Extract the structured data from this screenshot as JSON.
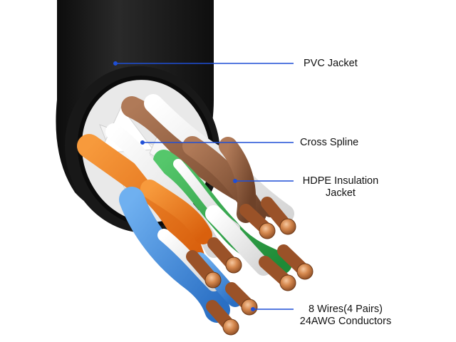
{
  "diagram": {
    "subject": "twisted pair cable cross-section",
    "colors": {
      "jacket": "#141414",
      "callout_line": "#1f4fd6",
      "copper": "#c8703a",
      "orange": "#ee7a1e",
      "blue": "#3f8fe0",
      "green": "#2fa84a",
      "brown": "#8a5a3c",
      "spline": "#f2f2f2"
    },
    "callouts": [
      {
        "id": "pvc",
        "lines": [
          "PVC Jacket"
        ]
      },
      {
        "id": "spline",
        "lines": [
          "Cross Spline"
        ]
      },
      {
        "id": "hdpe",
        "lines": [
          "HDPE Insulation",
          "Jacket"
        ]
      },
      {
        "id": "wires",
        "lines": [
          "8 Wires(4 Pairs)",
          "24AWG Conductors"
        ]
      }
    ]
  }
}
